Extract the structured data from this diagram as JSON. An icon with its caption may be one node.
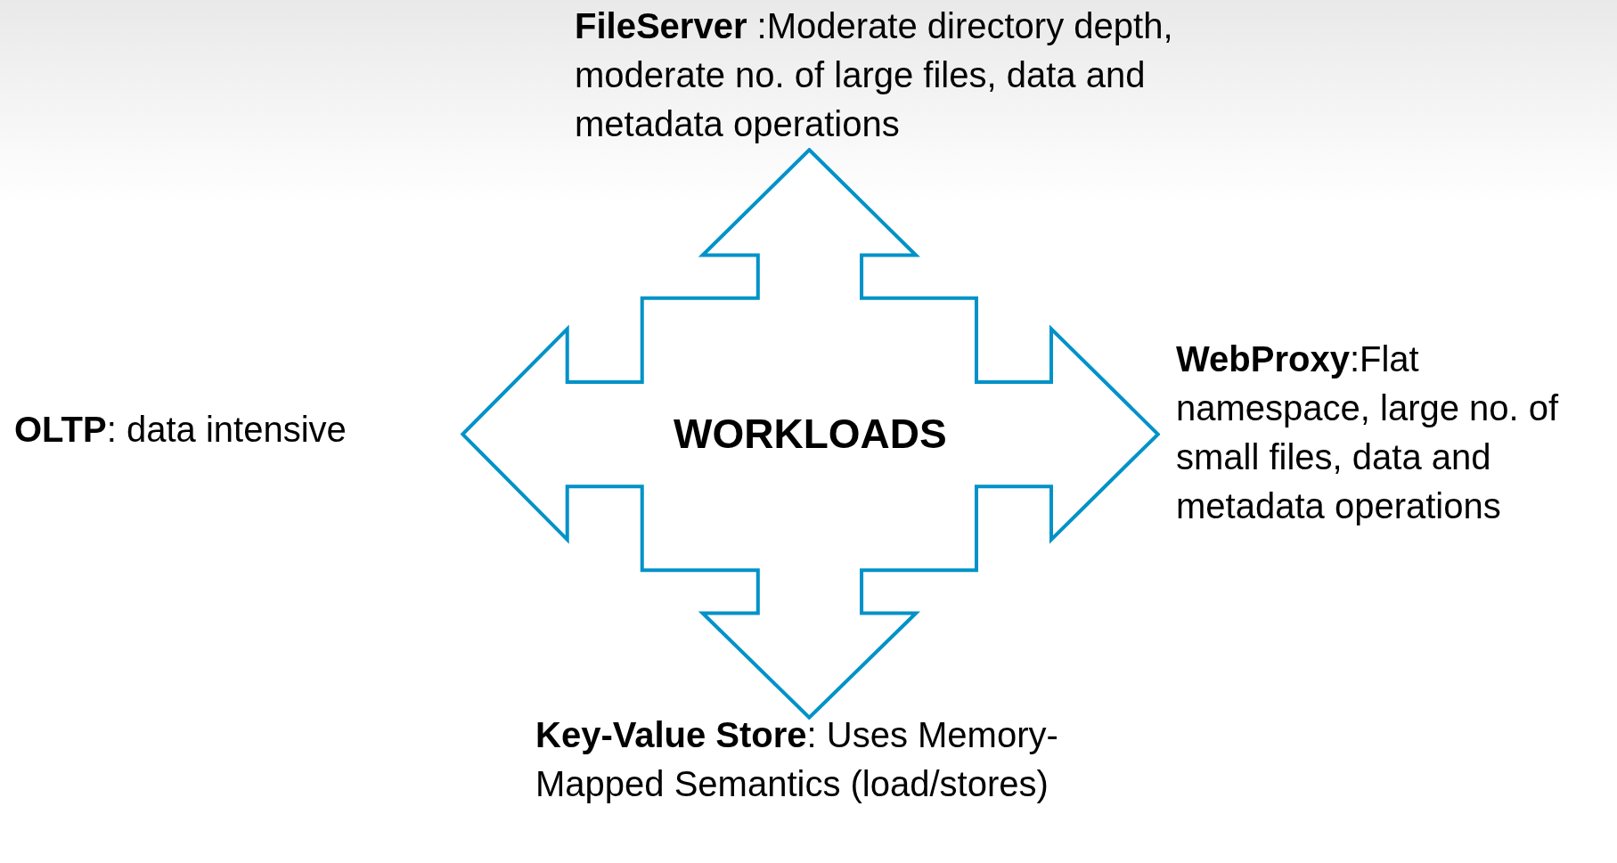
{
  "diagram": {
    "nodes": [
      {
        "text": [
          "WORKLOADS"
        ]
      }
    ],
    "edges": [],
    "labels": [
      "**FileServer** :Moderate directory depth, moderate no. of large files, data and metadata operations",
      "**OLTP**: data intensive",
      "**WebProxy**:Flat namespace, large no. of small files, data and metadata operations",
      "**Key-Value Store**: Uses Memory-Mapped Semantics (load/stores)"
    ]
  }
}
